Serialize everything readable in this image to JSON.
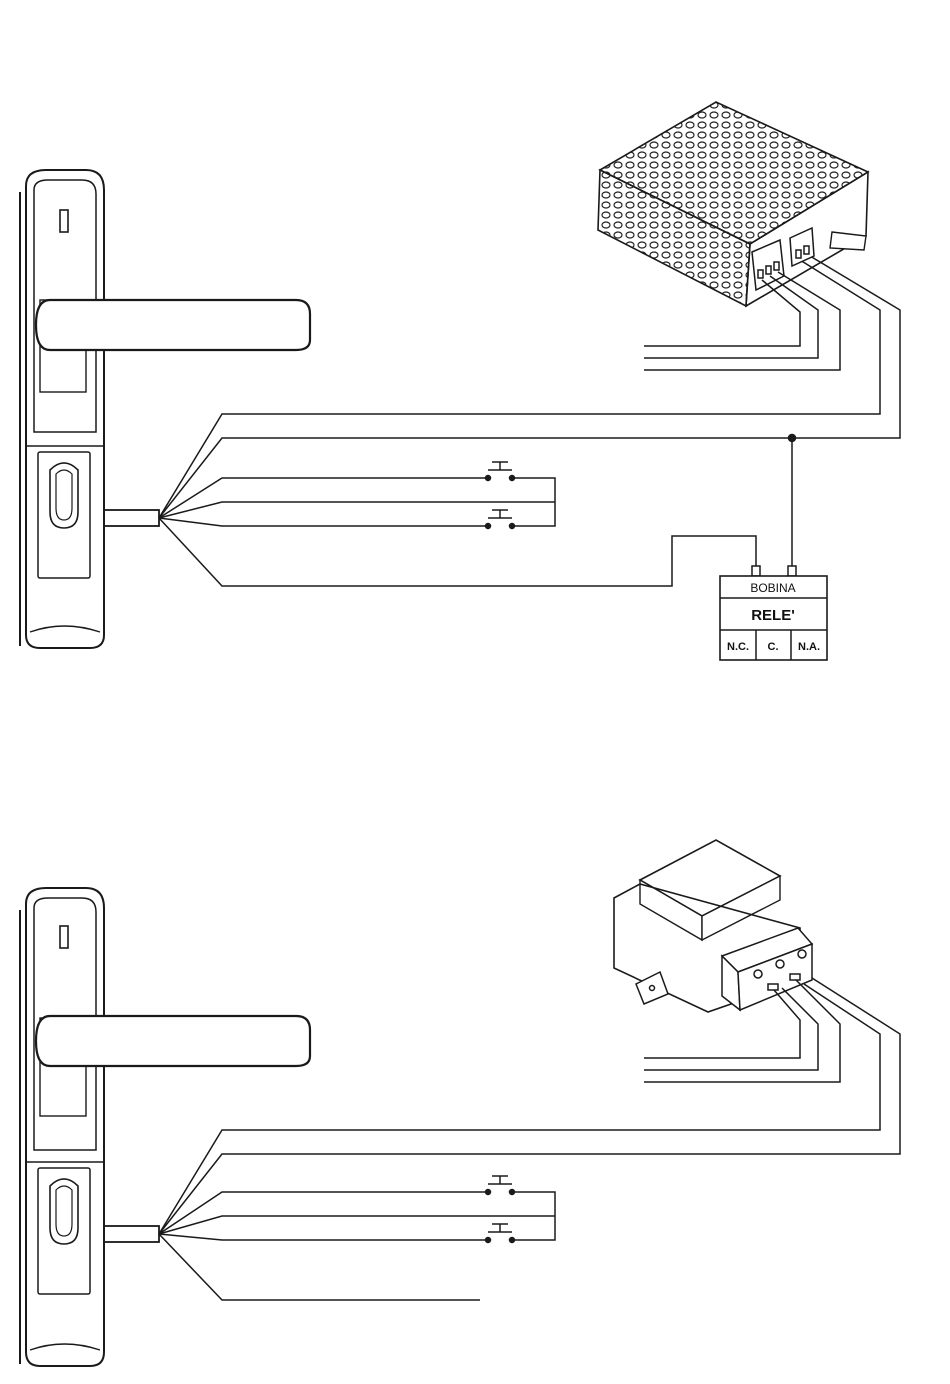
{
  "diagrams": [
    {
      "id": "top",
      "power_supply": "switching-power-supply",
      "uses_relay": true
    },
    {
      "id": "bottom",
      "power_supply": "transformer",
      "uses_relay": false
    }
  ],
  "relay": {
    "coil_label": "BOBINA",
    "name": "RELE'",
    "contacts": [
      "N.C.",
      "C.",
      "N.A."
    ]
  },
  "colors": {
    "line": "#1a1a1a",
    "handle_fill": "#ffffff",
    "background": "#ffffff"
  }
}
